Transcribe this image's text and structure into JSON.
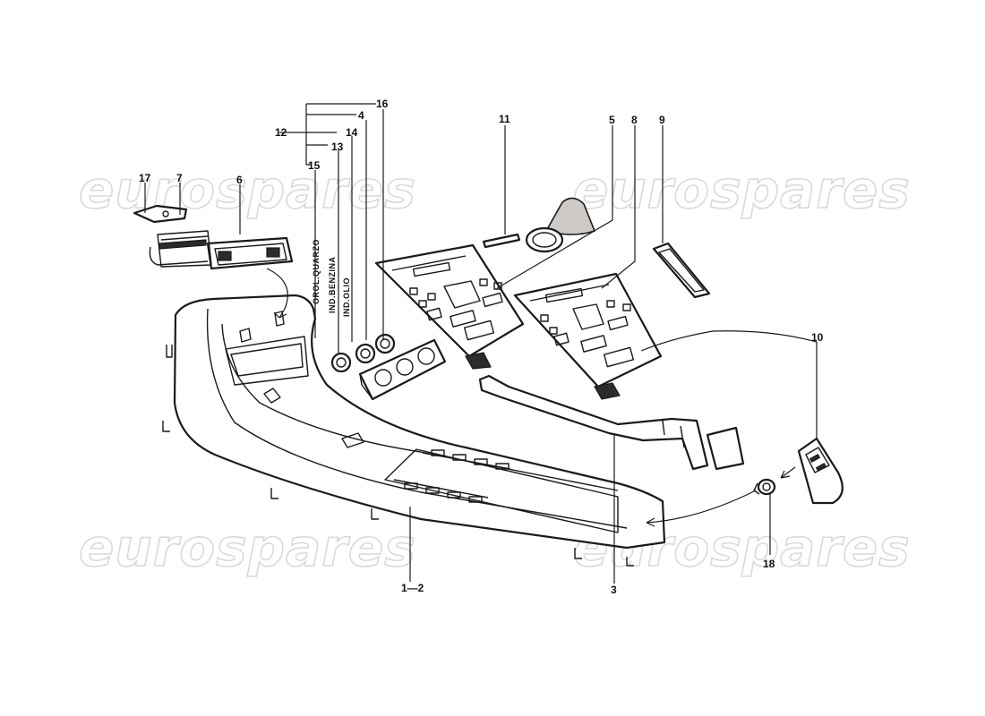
{
  "watermark": {
    "text": "eurospares",
    "color": "#d9d9d9"
  },
  "callouts": {
    "c16": "16",
    "c4": "4",
    "c12": "12",
    "c14": "14",
    "c13": "13",
    "c15": "15",
    "c17": "17",
    "c7": "7",
    "c6": "6",
    "c11": "11",
    "c5": "5",
    "c8": "8",
    "c9": "9",
    "c10": "10",
    "c3": "3",
    "c1_2": "1—2",
    "c18": "18"
  },
  "vertical_labels": {
    "clock": "OROL.QUARZO",
    "fuel": "IND.BENZINA",
    "oil": "IND.OLIO"
  }
}
